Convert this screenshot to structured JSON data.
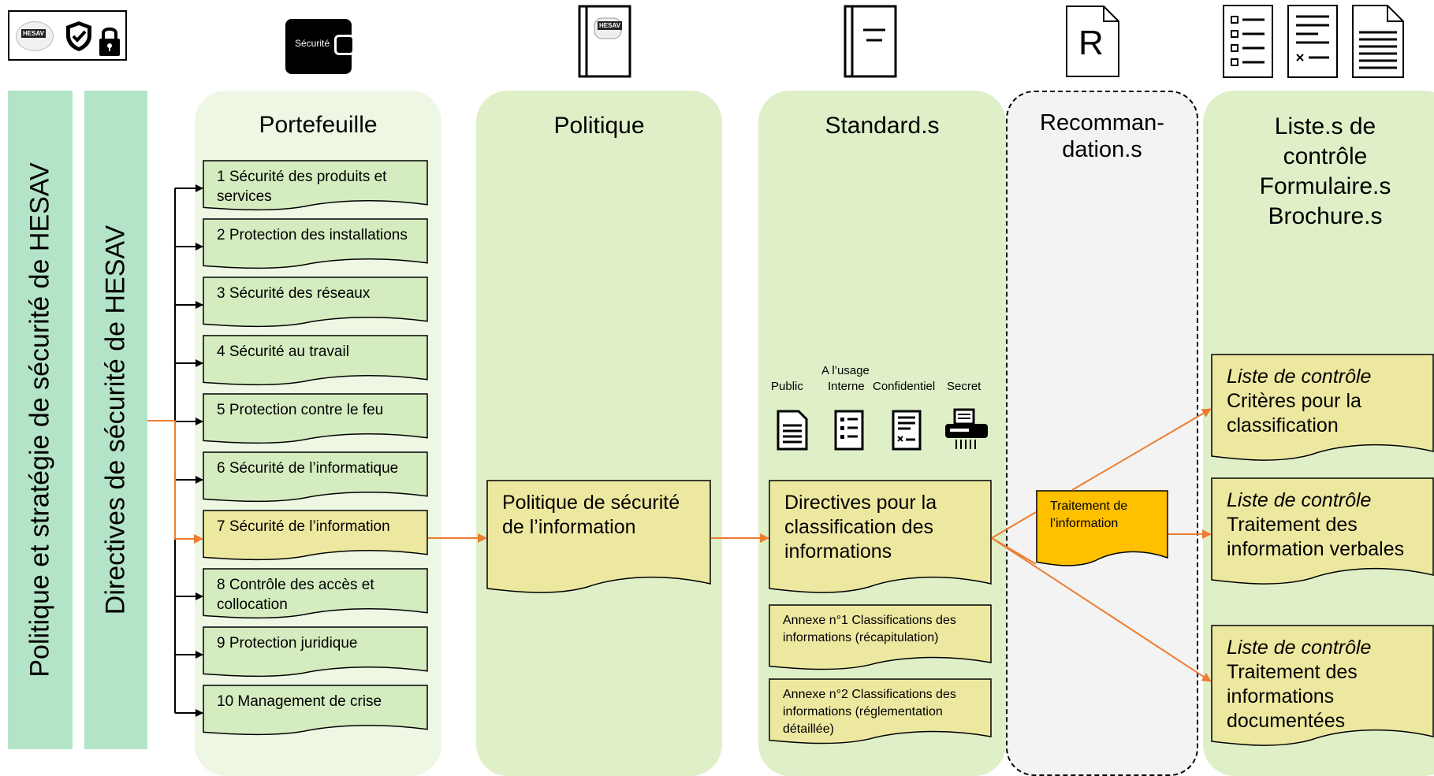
{
  "header": {
    "logo_text": "HESAV",
    "wallet_label": "Sécurité",
    "book_logo_text": "HESAV",
    "recommendation_letter": "R"
  },
  "sidebar": {
    "politique_strategie": "Politique et stratégie de sécurité de HESAV",
    "directives": "Directives de sécurité de HESAV"
  },
  "columns": {
    "portefeuille": "Portefeuille",
    "politique": "Politique",
    "standards": "Standard.s",
    "recommandation": [
      "Recomman-",
      "dation.s"
    ],
    "listes": [
      "Liste.s de",
      "contrôle",
      "Formulaire.s",
      "Brochure.s"
    ]
  },
  "portfolio_items": [
    "1 Sécurité des produits et services",
    "2 Protection des installations",
    "3 Sécurité des réseaux",
    "4 Sécurité au travail",
    "5 Protection contre le feu",
    "6 Sécurité de l’informatique",
    "7 Sécurité de l’information",
    "8 Contrôle des accès et collocation",
    "9 Protection juridique",
    "10 Management de crise"
  ],
  "politique_doc": "Politique de sécurité de l’information",
  "standards": {
    "classification_labels": {
      "public": "Public",
      "interne_top": "A l’usage",
      "interne_bottom": "Interne",
      "confidentiel": "Confidentiel",
      "secret": "Secret"
    },
    "main_doc": "Directives pour la classification des informations",
    "annex1": "Annexe n°1 Classifications des informations (récapitulation)",
    "annex2": "Annexe n°2 Classifications des informations (réglementation détaillée)"
  },
  "recommandation_doc": "Traitement de l’information",
  "checklists": [
    {
      "italic": "Liste de contrôle",
      "text": "Critères pour la classification"
    },
    {
      "italic": "Liste de contrôle",
      "text": "Traitement des information verbales"
    },
    {
      "italic": "Liste de contrôle",
      "text": "Traitement des informations documentées"
    }
  ],
  "colors": {
    "sidebar_green": "#b4e4c7",
    "column_green": "#dff0c8",
    "portfolio_bg": "#eef6e4",
    "doc_green": "#d4ecbf",
    "doc_yellow": "#ede8a0",
    "doc_gold": "#ffc000",
    "arrow_orange": "#ed7d31",
    "recommandation_bg": "#f3f3f3"
  }
}
